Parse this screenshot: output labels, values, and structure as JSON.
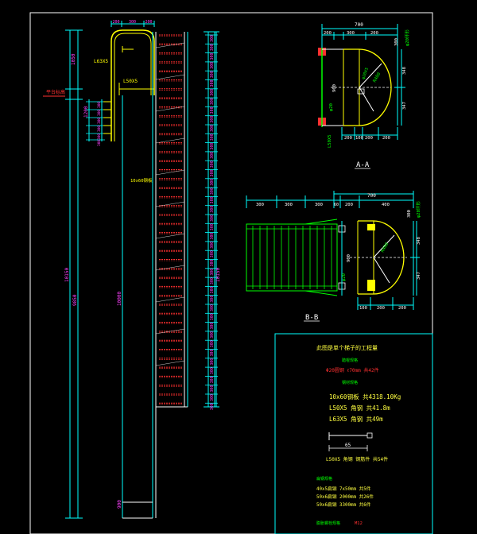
{
  "colors": {
    "background": "#000000",
    "frame": "#ffffff",
    "dimension": "#00ffff",
    "outline": "#00ff00",
    "rung": "#ff3030",
    "magenta_text": "#ff40ff",
    "yellow": "#ffff00",
    "table_text_yellow": "#ffff40"
  },
  "elevation": {
    "top_dims": [
      "200",
      "300",
      "200"
    ],
    "labels": {
      "l63": "L63X5",
      "l50": "L50X5",
      "flat": "10x60钢板",
      "level": "平台标高"
    },
    "left_dims": [
      "1050",
      "1200",
      "10150",
      "9850",
      "900",
      "300",
      "300",
      "300",
      "300",
      "300",
      "300"
    ],
    "inner_vertical": "10000",
    "right_vertical": "10150",
    "rung_spacing_label": "300"
  },
  "section_aa": {
    "title": "A-A",
    "top_dims": [
      "200",
      "300",
      "200",
      "700"
    ],
    "bottom_dims": [
      "200",
      "100",
      "200",
      "200"
    ],
    "side_dims": [
      "900",
      "347",
      "348",
      "300"
    ],
    "labels": {
      "rad": "R400",
      "hoop": "φ20环形",
      "angle": "L50X5",
      "phi": "φ20",
      "diam": "φ20X5"
    }
  },
  "section_bb": {
    "title": "B-B",
    "top_dims": [
      "300",
      "300",
      "300",
      "60",
      "700",
      "200",
      "400"
    ],
    "bottom_dims": [
      "100",
      "200",
      "200"
    ],
    "side_dims": [
      "900",
      "347",
      "348",
      "300"
    ],
    "labels": {
      "rad": "R400",
      "hoop": "φ20环形",
      "phi": "φ20"
    }
  },
  "bom": {
    "title": "此图是单个梯子的工程量",
    "section_rungs": "踏棍规格",
    "rungs_spec": "Φ20圆钢    ℓ70mm    共42件",
    "section_steel": "钢材规格",
    "steel": [
      "10x60钢板    共4318.10Kg",
      "L50X5 角钢    共41.8m",
      "L63X5 角钢    共49m"
    ],
    "detail_dim": "65",
    "l50_note": "L50X5 角钢    钢筋件    共54件",
    "section_flats": "扁钢规格",
    "flats": [
      "40x5扁钢    7x50mm    共5件",
      "50x6扁钢    2000mm    共26件",
      "50x6扁钢    3300mm    共6件"
    ],
    "section_bolts": "膨胀螺栓规格",
    "bolts_note": "M12"
  }
}
